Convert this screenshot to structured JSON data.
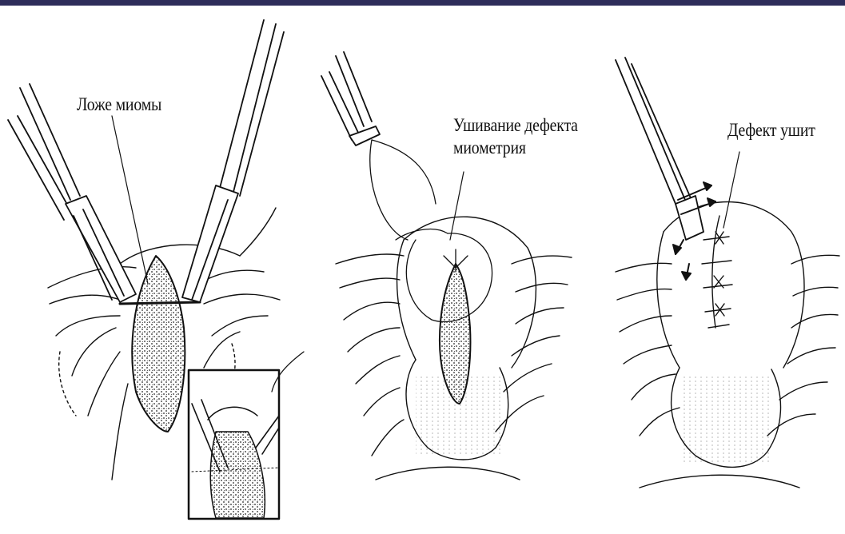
{
  "colors": {
    "top_bar": "#2e2d5a",
    "ink": "#111111",
    "tissue_fill": "#f4f4f4"
  },
  "labels": {
    "panel1": "Ложе миомы",
    "panel2_line1": "Ушивание дефекта",
    "panel2_line2": "миометрия",
    "panel3": "Дефект ушит"
  },
  "icons": [
    "laparoscopic-instrument-icon",
    "suture-needle-icon",
    "inset-detail-icon"
  ]
}
